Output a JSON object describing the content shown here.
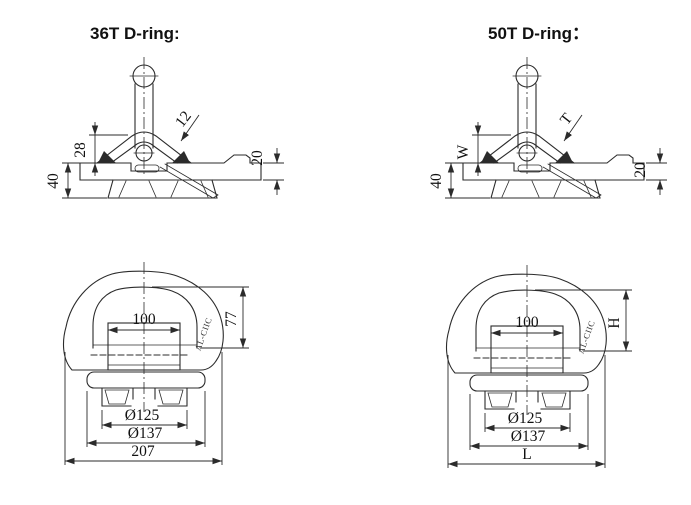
{
  "figure": {
    "left": {
      "title": "36T D-ring:",
      "side_view": {
        "bracket_height": "28",
        "overall_height": "40",
        "plate_thickness": "20",
        "bar_diameter": "12"
      },
      "front_view": {
        "inner_width": "100",
        "inner_height": "77",
        "inner_diameter": "Ø125",
        "outer_diameter": "Ø137",
        "overall_width": "207",
        "engraving": "AL-CIIC"
      }
    },
    "right": {
      "title": "50T D-ring：",
      "side_view": {
        "bracket_height": "W",
        "overall_height": "40",
        "plate_thickness": "20",
        "bar_diameter": "T"
      },
      "front_view": {
        "inner_width": "100",
        "inner_height": "H",
        "inner_diameter": "Ø125",
        "outer_diameter": "Ø137",
        "overall_width": "L",
        "engraving": "AL-CIIC"
      }
    }
  },
  "colors": {
    "background": "#ffffff",
    "line": "#2b2b2b",
    "text": "#111111"
  }
}
